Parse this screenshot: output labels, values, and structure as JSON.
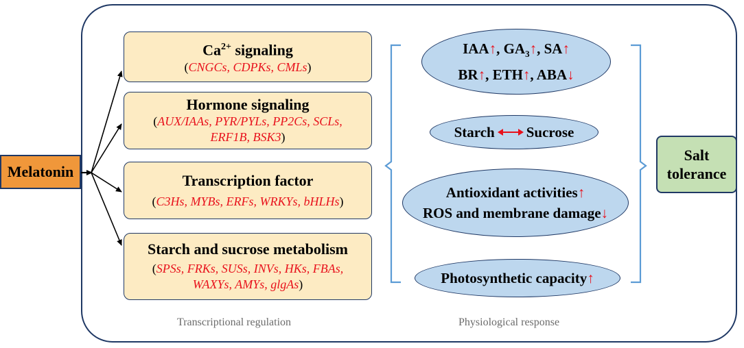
{
  "melatonin": "Melatonin",
  "groups": [
    {
      "title_parts": [
        "Ca",
        "2+",
        " signaling"
      ],
      "genes": [
        {
          "t": "(",
          "red": false
        },
        {
          "t": "CNGCs, CDPKs, CMLs",
          "red": true
        },
        {
          "t": ")",
          "red": false
        }
      ]
    },
    {
      "title": "Hormone signaling",
      "genes_line1": [
        {
          "t": "(",
          "red": false
        },
        {
          "t": "AUX/IAAs, PYR/PYLs, PP2Cs, SCLs,",
          "red": true
        }
      ],
      "genes_line2": [
        {
          "t": "ERF1B, BSK3",
          "red": true
        },
        {
          "t": ")",
          "red": false
        }
      ]
    },
    {
      "title": "Transcription factor",
      "genes": [
        {
          "t": "(",
          "red": false
        },
        {
          "t": "C3Hs, MYBs,  ERFs, WRKYs, bHLHs",
          "red": true
        },
        {
          "t": ")",
          "red": false
        }
      ]
    },
    {
      "title": "Starch and sucrose metabolism",
      "genes_line1": [
        {
          "t": "(",
          "red": false
        },
        {
          "t": "SPSs, FRKs, SUSs, INVs, HKs, FBAs,",
          "red": true
        }
      ],
      "genes_line2": [
        {
          "t": "WAXYs, AMYs, glgAs",
          "red": true
        },
        {
          "t": ")",
          "red": false
        }
      ]
    }
  ],
  "hormones": {
    "iaa": "IAA",
    "ga": "GA",
    "ga_sub": "3",
    "sa": "SA",
    "br": "BR",
    "eth": "ETH",
    "aba": "ABA",
    "up": "↑",
    "down": "↓"
  },
  "starch": "Starch",
  "sucrose": "Sucrose",
  "antioxidant": "Antioxidant activities",
  "ros": "ROS and membrane damage",
  "photo": "Photosynthetic capacity",
  "salt_line1": "Salt",
  "salt_line2": "tolerance",
  "caption_left": "Transcriptional regulation",
  "caption_right": "Physiological response",
  "colors": {
    "red": "#e8111c",
    "navy": "#1f3864",
    "orange": "#f0973a",
    "cream": "#fdebc3",
    "blue": "#bdd7ee",
    "green": "#c5e0b4"
  }
}
